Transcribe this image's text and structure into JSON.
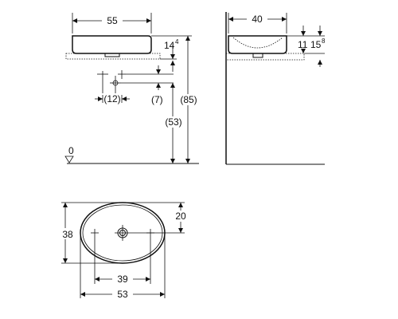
{
  "dimensions": {
    "top_width": "55",
    "side_width": "40",
    "depth_14": "14",
    "depth_14_sup": "4",
    "depth_11": "11",
    "depth_15": "15",
    "depth_15_sup": "8",
    "tap_spacing": "(12)",
    "tap_offset": "(7)",
    "height_53": "(53)",
    "height_85": "(85)",
    "floor_zero": "0",
    "plan_half": "20",
    "plan_depth": "38",
    "plan_inner": "39",
    "plan_width": "53"
  }
}
